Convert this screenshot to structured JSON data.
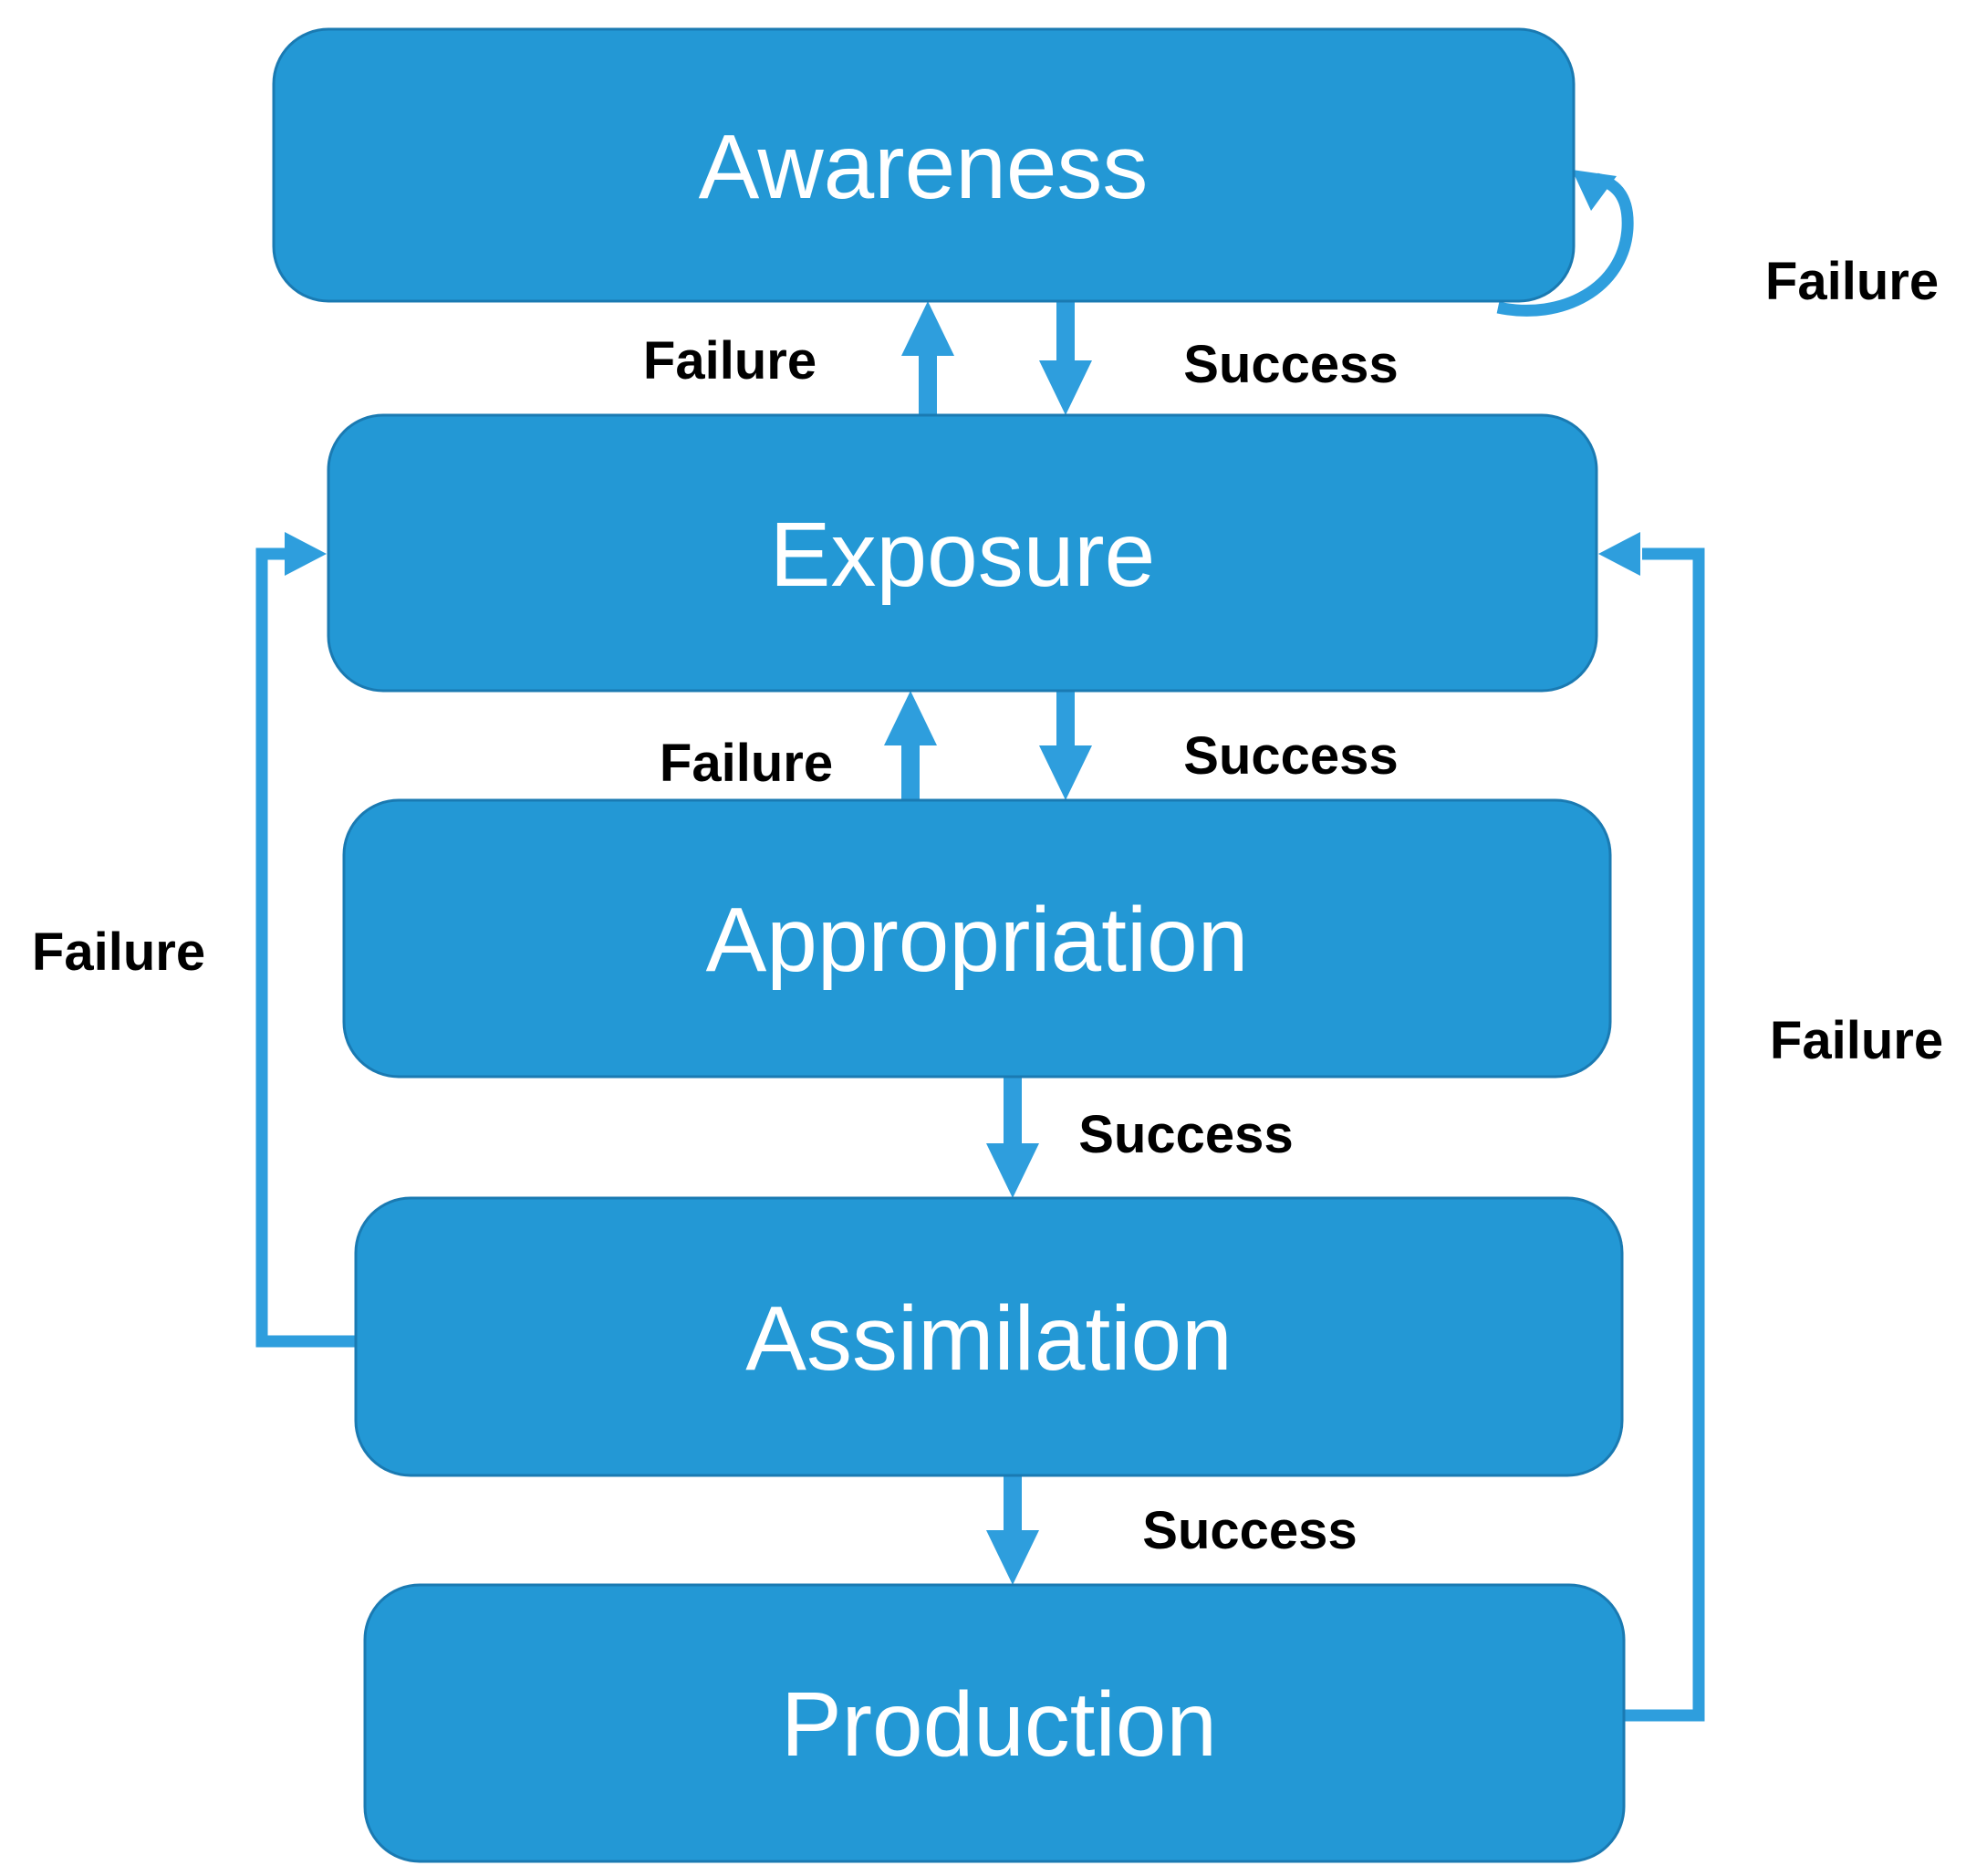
{
  "diagram": {
    "type": "flowchart",
    "background": "#ffffff",
    "colors": {
      "node_fill": "#2398d5",
      "node_border": "#1a7ab2",
      "node_text": "#ffffff",
      "arrow": "#2e9edd",
      "edge_label_text": "#000000"
    },
    "nodes": [
      {
        "id": "awareness",
        "label": "Awareness"
      },
      {
        "id": "exposure",
        "label": "Exposure"
      },
      {
        "id": "appropriation",
        "label": "Appropriation"
      },
      {
        "id": "assimilation",
        "label": "Assimilation"
      },
      {
        "id": "production",
        "label": "Production"
      }
    ],
    "edges": [
      {
        "from": "awareness",
        "to": "exposure",
        "label": "Success"
      },
      {
        "from": "exposure",
        "to": "awareness",
        "label": "Failure"
      },
      {
        "from": "awareness",
        "to": "awareness",
        "label": "Failure"
      },
      {
        "from": "exposure",
        "to": "appropriation",
        "label": "Success"
      },
      {
        "from": "appropriation",
        "to": "exposure",
        "label": "Failure"
      },
      {
        "from": "appropriation",
        "to": "assimilation",
        "label": "Success"
      },
      {
        "from": "assimilation",
        "to": "exposure",
        "label": "Failure"
      },
      {
        "from": "assimilation",
        "to": "production",
        "label": "Success"
      },
      {
        "from": "production",
        "to": "exposure",
        "label": "Failure"
      }
    ]
  }
}
